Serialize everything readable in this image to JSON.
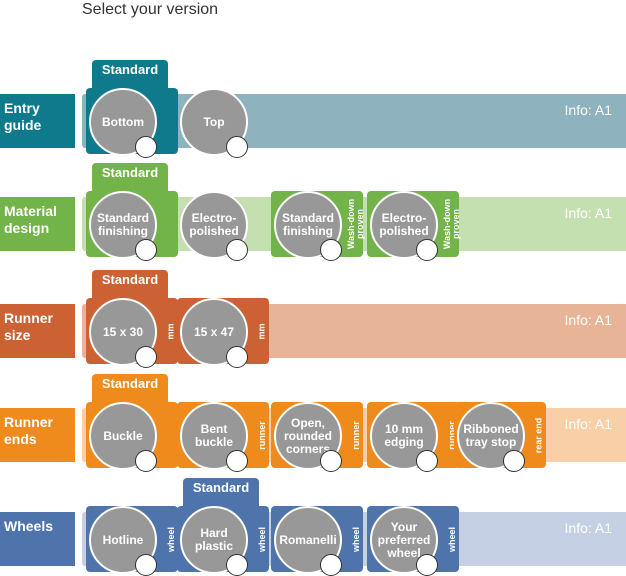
{
  "title": "Select your version",
  "standard_label": "Standard",
  "rows": [
    {
      "key": "entry",
      "label": "Entry\nguide",
      "info": "Info: A1",
      "color": "#0e7a8c",
      "band": "#8fb2bf",
      "options": [
        {
          "label": "Bottom",
          "tag": "",
          "standard": true
        },
        {
          "label": "Top",
          "tag": "",
          "standard": false
        }
      ]
    },
    {
      "key": "material",
      "label": "Material\ndesign",
      "info": "Info: A1",
      "color": "#72b34a",
      "band": "#c4dfb0",
      "options": [
        {
          "label": "Standard\nfinishing",
          "tag": "",
          "standard": true
        },
        {
          "label": "Electro-\npolished",
          "tag": "",
          "standard": false
        },
        {
          "label": "Standard\nfinishing",
          "tag": "Wash-down\nproven",
          "standard": false
        },
        {
          "label": "Electro-\npolished",
          "tag": "Wash-down\nproven",
          "standard": false
        }
      ]
    },
    {
      "key": "runner-size",
      "label": "Runner\nsize",
      "info": "Info: A1",
      "color": "#cc6134",
      "band": "#e8b497",
      "options": [
        {
          "label": "15 x 30",
          "tag": "mm",
          "standard": true
        },
        {
          "label": "15 x 47",
          "tag": "mm",
          "standard": false
        }
      ]
    },
    {
      "key": "runner-ends",
      "label": "Runner\nends",
      "info": "Info: A1",
      "color": "#ef8a1d",
      "band": "#f8cfa6",
      "options": [
        {
          "label": "Buckle",
          "tag": "",
          "standard": true
        },
        {
          "label": "Bent\nbuckle",
          "tag": "runner",
          "standard": false
        },
        {
          "label": "Open,\nrounded\ncorners",
          "tag": "runner",
          "standard": false
        },
        {
          "label": "10 mm\nedging",
          "tag": "runner",
          "standard": false
        },
        {
          "label": "Ribboned\ntray stop",
          "tag": "rear end",
          "standard": false
        }
      ]
    },
    {
      "key": "wheels",
      "label": "Wheels",
      "info": "Info: A1",
      "color": "#4f74ac",
      "band": "#c6d0e4",
      "options": [
        {
          "label": "Hotline",
          "tag": "wheel",
          "standard": false
        },
        {
          "label": "Hard\nplastic",
          "tag": "wheel",
          "standard": true
        },
        {
          "label": "Romanelli",
          "tag": "wheel",
          "standard": false
        },
        {
          "label": "Your\npreferred\nwheel",
          "tag": "wheel",
          "standard": false
        }
      ]
    }
  ]
}
